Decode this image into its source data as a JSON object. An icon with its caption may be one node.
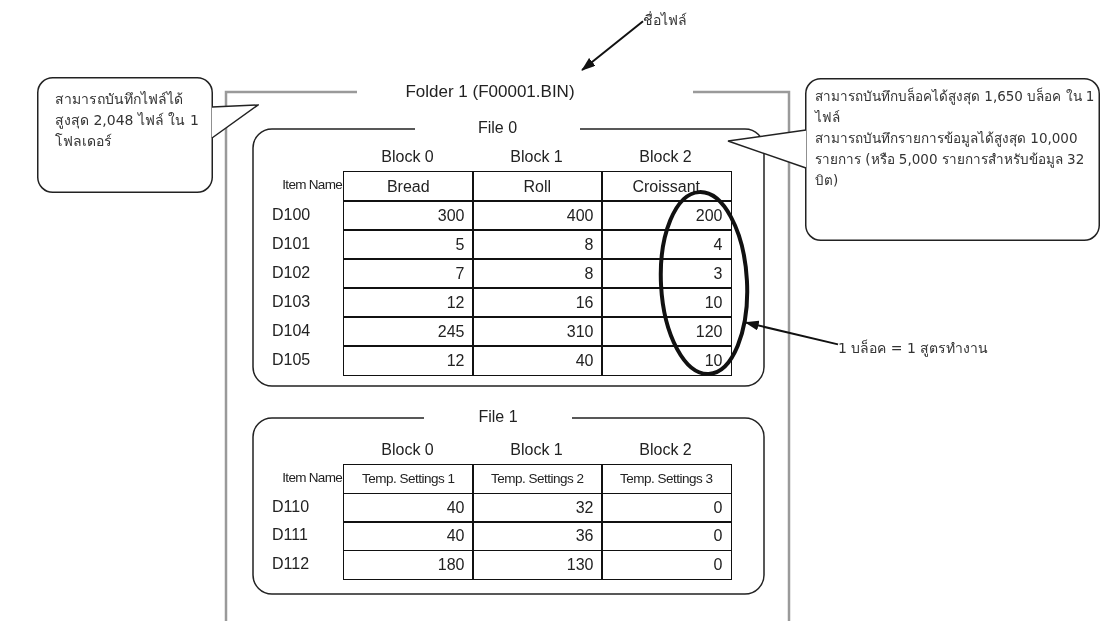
{
  "diagram": {
    "nodes": [
      {
        "text": [
          "Folder 1 (F00001.BIN)"
        ]
      },
      {
        "text": [
          "File 0"
        ],
        "in": 0
      },
      {
        "text": [
          "File 1"
        ],
        "in": 0
      },
      {
        "text": [],
        "shape": "ellipse",
        "in": 1
      },
      {
        "text": [
          "สามารถบันทึกไฟล์ได้สูงสุด 2,048 ไฟล์ ใน 1 โฟลเดอร์"
        ]
      },
      {
        "text": [
          "สามารถบันทึกบล็อคได้สูงสุด 1,650 บล็อค ใน 1 ไฟล์",
          "สามารถบันทึกรายการข้อมูลได้สูงสุด 10,000 รายการ (หรือ 5,000 รายการสำหรับข้อมูล 32 บิต)"
        ]
      },
      {
        "text": [
          "ชื่อไฟล์"
        ]
      },
      {
        "text": [
          "1 บล็อค = 1 สูตรทำงาน"
        ]
      }
    ],
    "edges": [
      {
        "from": 6,
        "to": 0,
        "arrow": "to"
      },
      {
        "from": 7,
        "to": 3,
        "arrow": "to"
      }
    ],
    "labels": [
      "Block 0",
      "Block 1",
      "Block 2",
      "Item Name",
      "Bread",
      "Roll",
      "Croissant",
      "D100",
      "300",
      "400",
      "200",
      "D101",
      "5",
      "8",
      "4",
      "D102",
      "7",
      "8",
      "3",
      "D103",
      "12",
      "16",
      "10",
      "D104",
      "245",
      "310",
      "120",
      "D105",
      "12",
      "40",
      "10",
      "Block 0",
      "Block 1",
      "Block 2",
      "Item Name",
      "Temp. Settings 1",
      "Temp. Settings 2",
      "Temp. Settings 3",
      "D110",
      "40",
      "32",
      "0",
      "D111",
      "40",
      "36",
      "0",
      "D112",
      "180",
      "130",
      "0"
    ]
  }
}
